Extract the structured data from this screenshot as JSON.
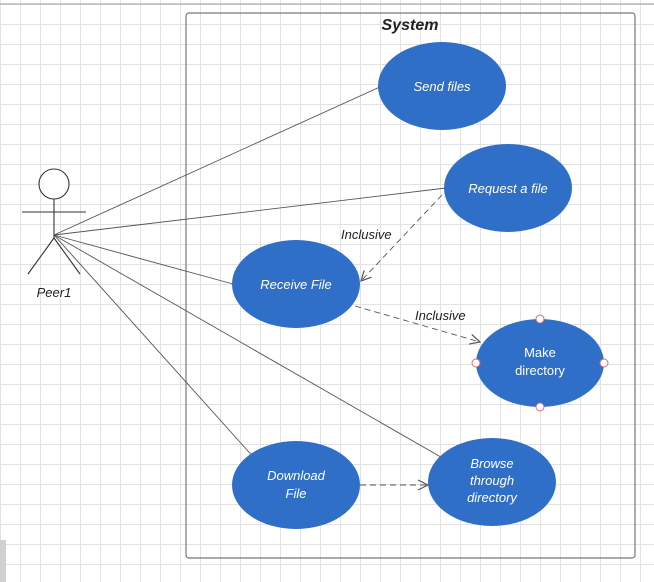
{
  "system": {
    "title": "System"
  },
  "actor": {
    "name": "Peer1"
  },
  "use_cases": {
    "send_files": [
      "Send files"
    ],
    "request_file": [
      "Request a file"
    ],
    "receive_file": [
      "Receive File"
    ],
    "make_directory": [
      "Make",
      "directory"
    ],
    "download_file": [
      "Download",
      "File"
    ],
    "browse_directory": [
      "Browse",
      "through",
      "directory"
    ]
  },
  "relations": {
    "inclusive_1": "Inclusive",
    "inclusive_2": "Inclusive"
  },
  "colors": {
    "use_case_fill": "#2f6fc7",
    "line": "#555555",
    "handle": "#e06a78"
  }
}
